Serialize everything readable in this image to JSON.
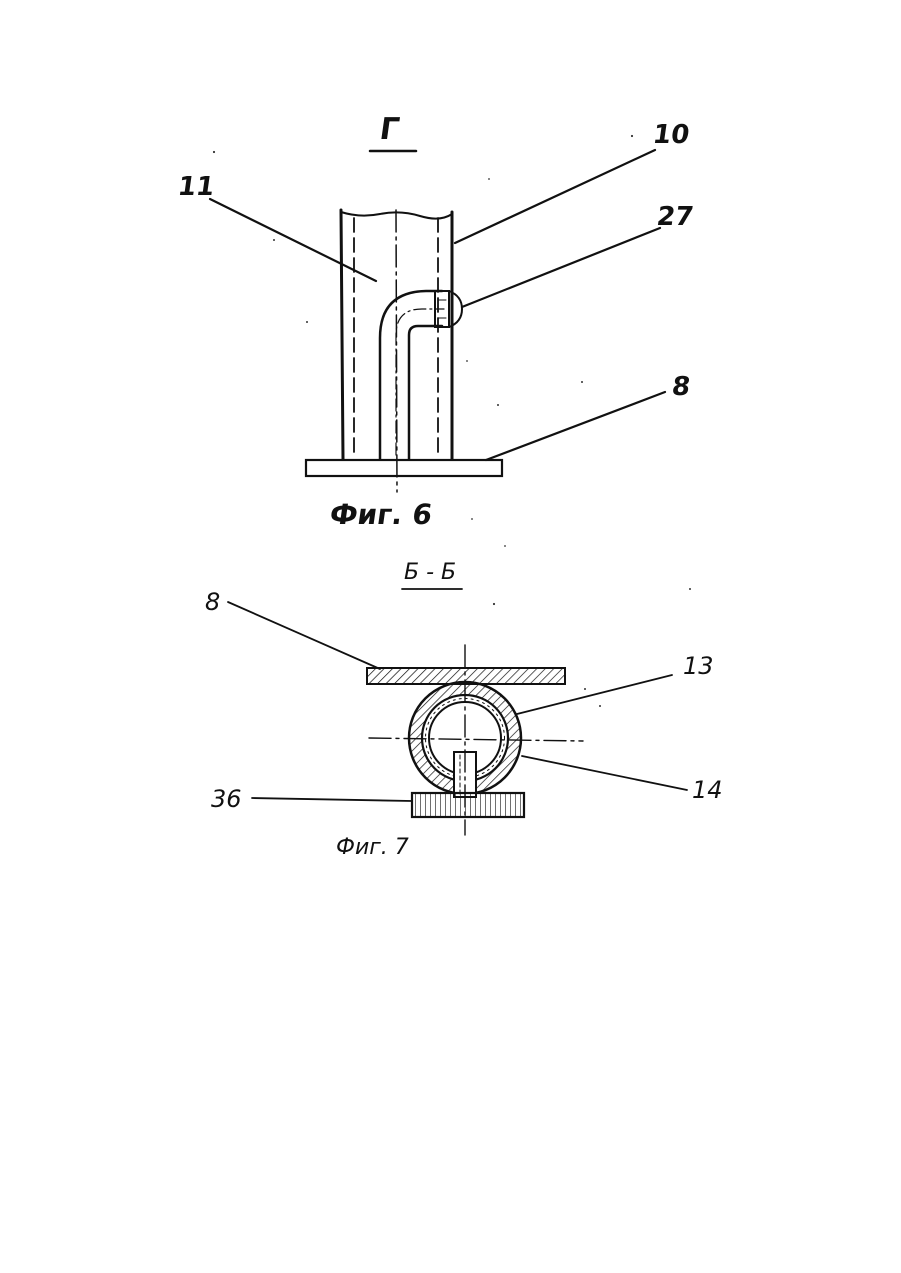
{
  "figure6": {
    "view_title": "Г",
    "caption": "Фиг. 6",
    "callouts": {
      "part_11": "11",
      "part_10": "10",
      "part_27": "27",
      "part_8": "8"
    }
  },
  "figure7": {
    "section_title": "Б - Б",
    "caption": "Фиг. 7",
    "callouts": {
      "part_8": "8",
      "part_13": "13",
      "part_14": "14",
      "part_36": "36"
    }
  },
  "colors": {
    "ink": "#111111",
    "paper": "#ffffff"
  }
}
